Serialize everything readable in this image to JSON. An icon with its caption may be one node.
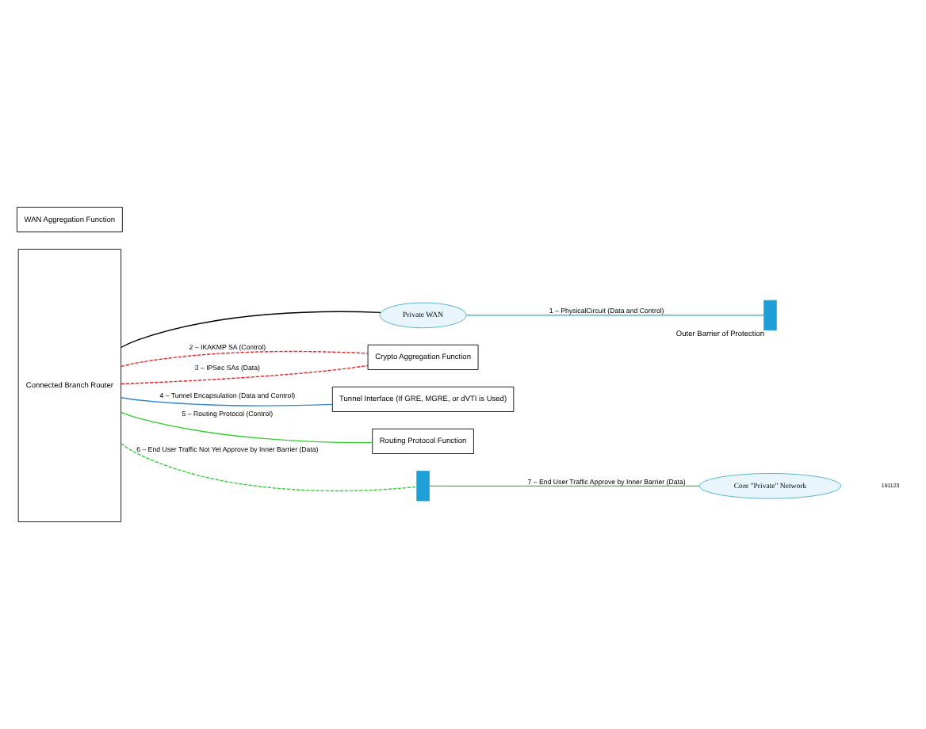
{
  "diagram": {
    "nodes": [
      {
        "text": [
          "Connected Branch Router"
        ]
      },
      {
        "text": [
          "Private WAN"
        ]
      },
      {
        "text": [],
        "shape": "wall",
        "beside": [
          "Outer Barrier of Protection"
        ]
      },
      {
        "text": [
          "WAN Aggregation Function"
        ]
      },
      {
        "text": [
          "Crypto Aggregation Function"
        ]
      },
      {
        "text": [
          "Tunnel Interface (If GRE, MGRE, or dVTI is Used)"
        ]
      },
      {
        "text": [
          "Routing Protocol Function"
        ]
      },
      {
        "text": [],
        "shape": "wall"
      },
      {
        "text": [
          "Core \"Private\" Network"
        ]
      }
    ],
    "edges": [
      {
        "from": 0,
        "to": 1,
        "arrow": "none",
        "color": "#000000"
      },
      {
        "from": 1,
        "to": 2,
        "arrow": "none",
        "label": "1 – PhysicalCircuit (Data and Control)",
        "color": "#33aacc"
      },
      {
        "from": 0,
        "to": 4,
        "arrow": "none",
        "label": "2 – IKAKMP SA (Control)",
        "style": "dashed",
        "color": "#ee2222"
      },
      {
        "from": 0,
        "to": 4,
        "arrow": "none",
        "label": "3 – IPSec SAs (Data)",
        "style": "dashed",
        "color": "#ee2222"
      },
      {
        "from": 0,
        "to": 5,
        "arrow": "none",
        "label": "4 – Tunnel Encapsulation (Data and Control)",
        "color": "#3388cc"
      },
      {
        "from": 0,
        "to": 6,
        "arrow": "none",
        "label": "5 – Routing Protocol (Control)"
      },
      {
        "from": 0,
        "to": 7,
        "arrow": "none",
        "label": "6 – End User Traffic Not Yet Approve by Inner Barrier (Data)",
        "style": "dashed"
      },
      {
        "from": 7,
        "to": 8,
        "arrow": "none",
        "label": "7 – End User Traffic Approve by Inner Barrier (Data)"
      }
    ],
    "labels": [
      "191123"
    ]
  }
}
